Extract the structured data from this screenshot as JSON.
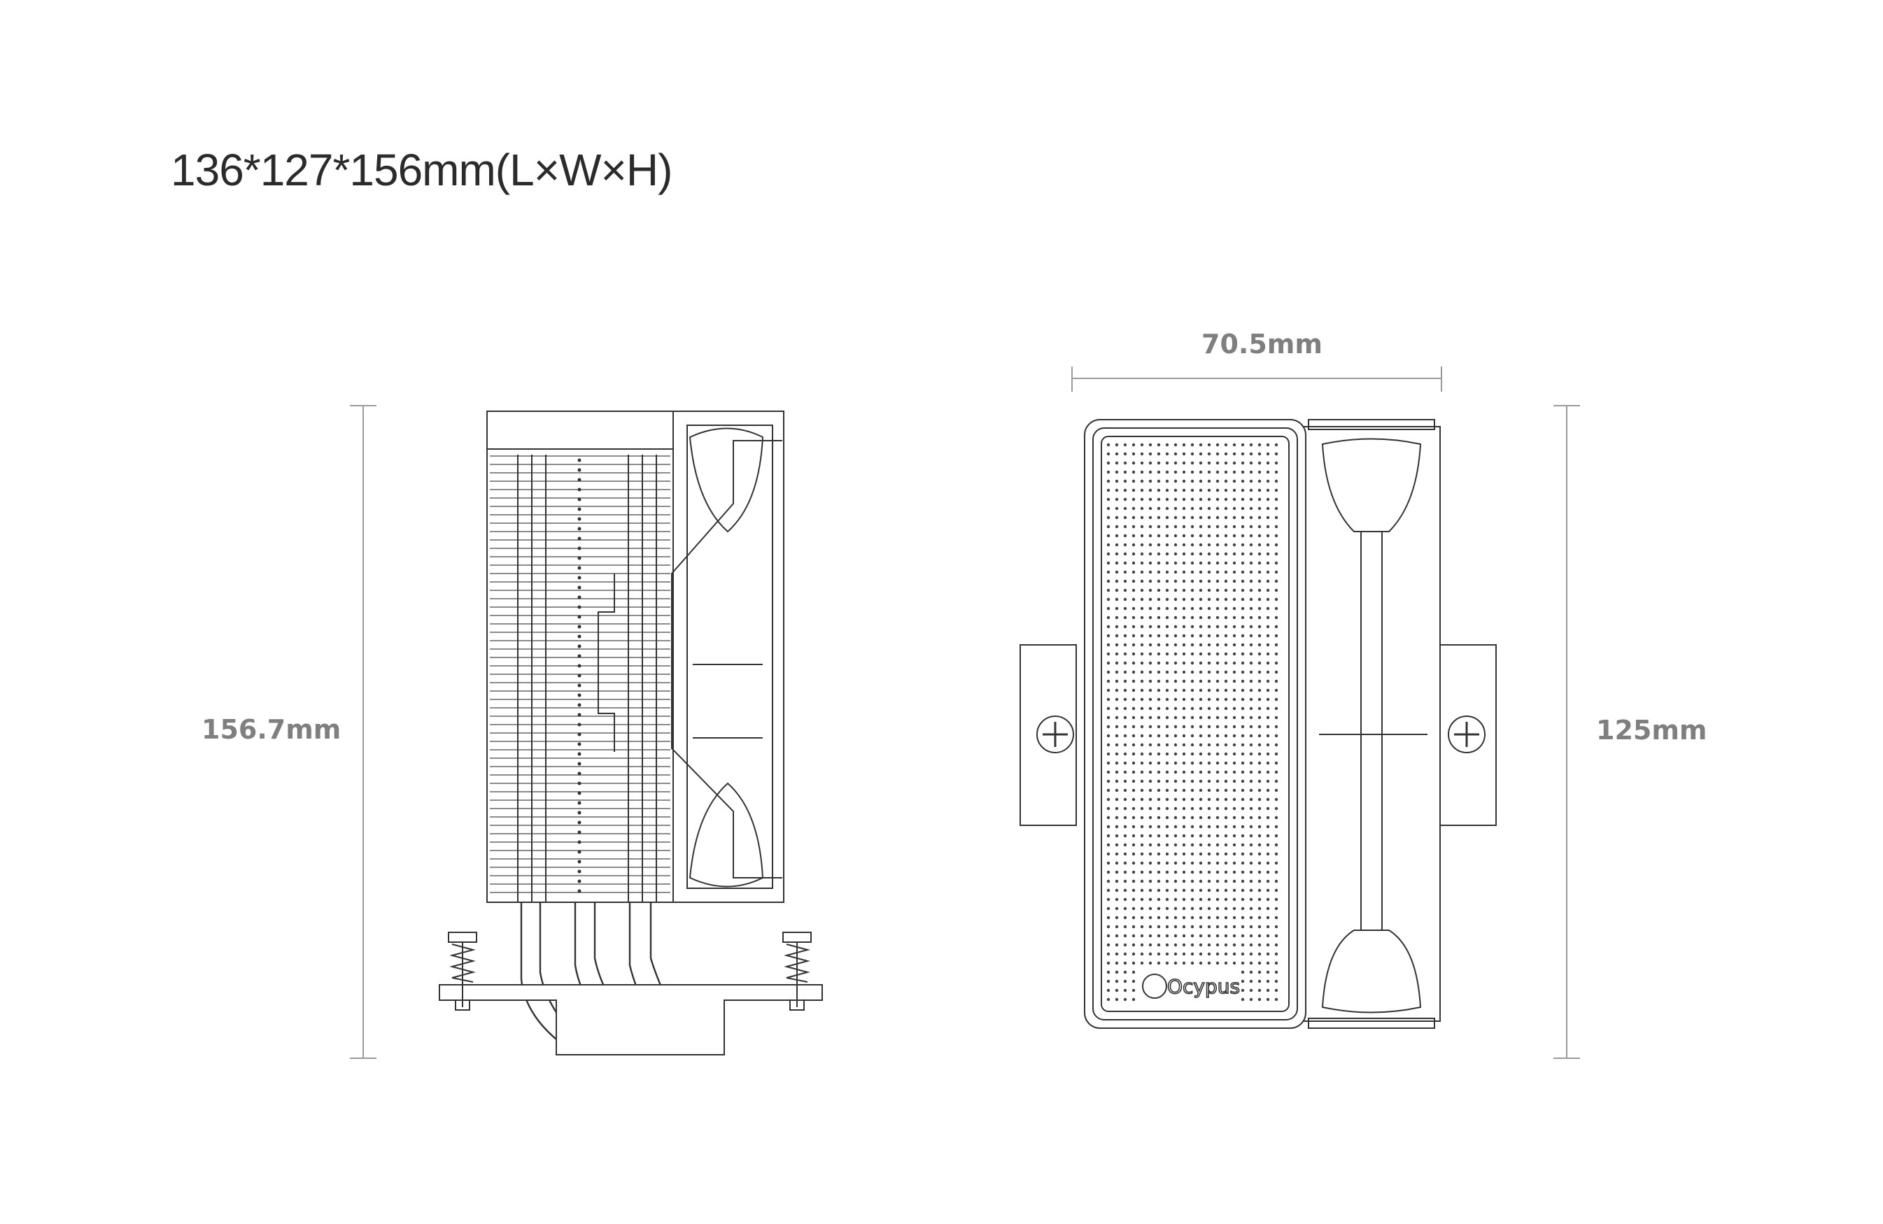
{
  "title": "136*127*156mm(L×W×H)",
  "dimensions": {
    "side_height": "156.7mm",
    "front_width": "70.5mm",
    "front_height": "125mm"
  },
  "brand_logo": "Ocypus",
  "colors": {
    "line": "#333333",
    "dim_line": "#9a9a9a",
    "dim_text": "#7f7f7f",
    "title": "#2b2b2b"
  }
}
